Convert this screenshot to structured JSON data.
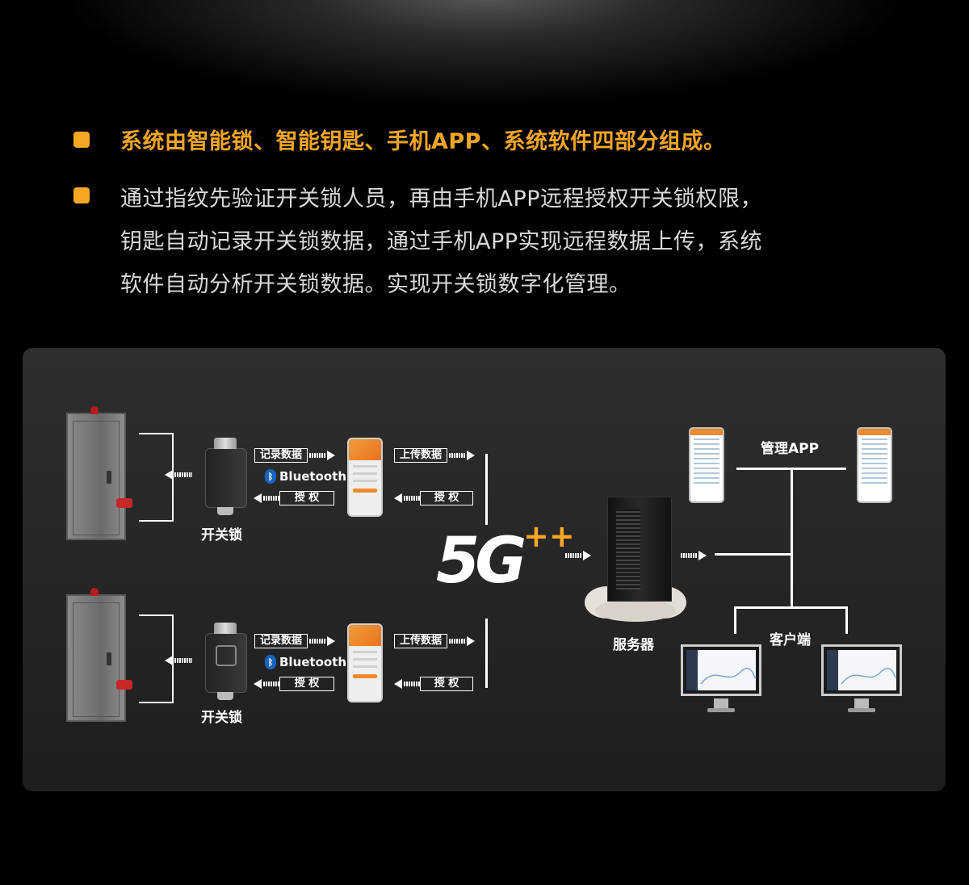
{
  "intro": {
    "headline": "系统由智能锁、智能钥匙、手机APP、系统软件四部分组成。",
    "description_lines": [
      "通过指纹先验证开关锁人员，再由手机APP远程授权开关锁权限，",
      "钥匙自动记录开关锁数据，通过手机APP实现远程数据上传，系统",
      "软件自动分析开关锁数据。实现开关锁数字化管理。"
    ]
  },
  "diagram": {
    "upper_flow": {
      "record_label": "记录数据",
      "bluetooth_label": "Bluetooth",
      "authorize_label": "授 权",
      "upload_label": "上传数据",
      "authorize2_label": "授 权",
      "lock_caption": "开关锁"
    },
    "lower_flow": {
      "record_label": "记录数据",
      "bluetooth_label": "Bluetooth",
      "authorize_label": "授 权",
      "upload_label": "上传数据",
      "authorize2_label": "授 权",
      "lock_caption": "开关锁"
    },
    "network_logo": "5G",
    "network_logo_plus": "++",
    "server_label": "服务器",
    "manager_app_label": "管理APP",
    "client_label": "客户端"
  },
  "colors": {
    "accent": "#f5a623",
    "bullet": "#f5a623",
    "panel": "#262626",
    "bluetooth": "#1565c0"
  }
}
